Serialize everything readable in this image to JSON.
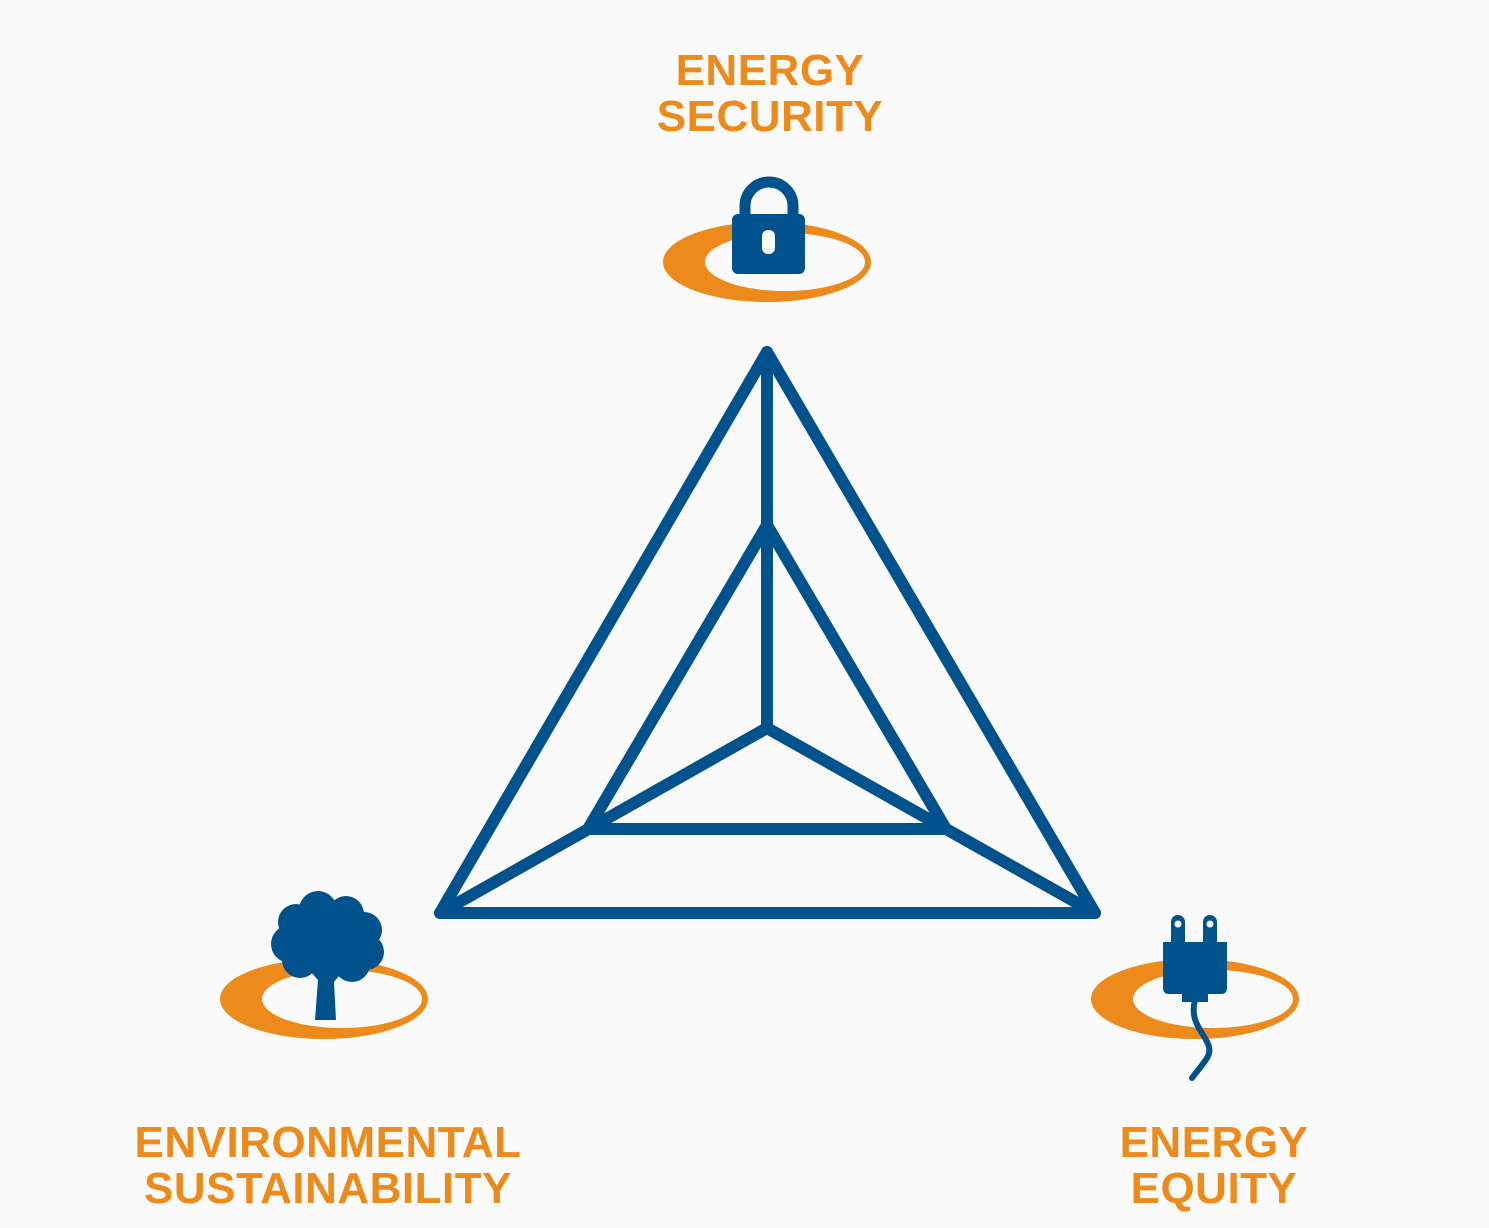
{
  "colors": {
    "background": "#fafafa",
    "accent_orange": "#ed8a1c",
    "primary_blue": "#00528c"
  },
  "nodes": {
    "security": {
      "line1": "ENERGY",
      "line2": "SECURITY",
      "icon": "padlock-icon"
    },
    "environment": {
      "line1": "ENVIRONMENTAL",
      "line2": "SUSTAINABILITY",
      "icon": "tree-icon"
    },
    "equity": {
      "line1": "ENERGY",
      "line2": "EQUITY",
      "icon": "power-plug-icon"
    }
  }
}
